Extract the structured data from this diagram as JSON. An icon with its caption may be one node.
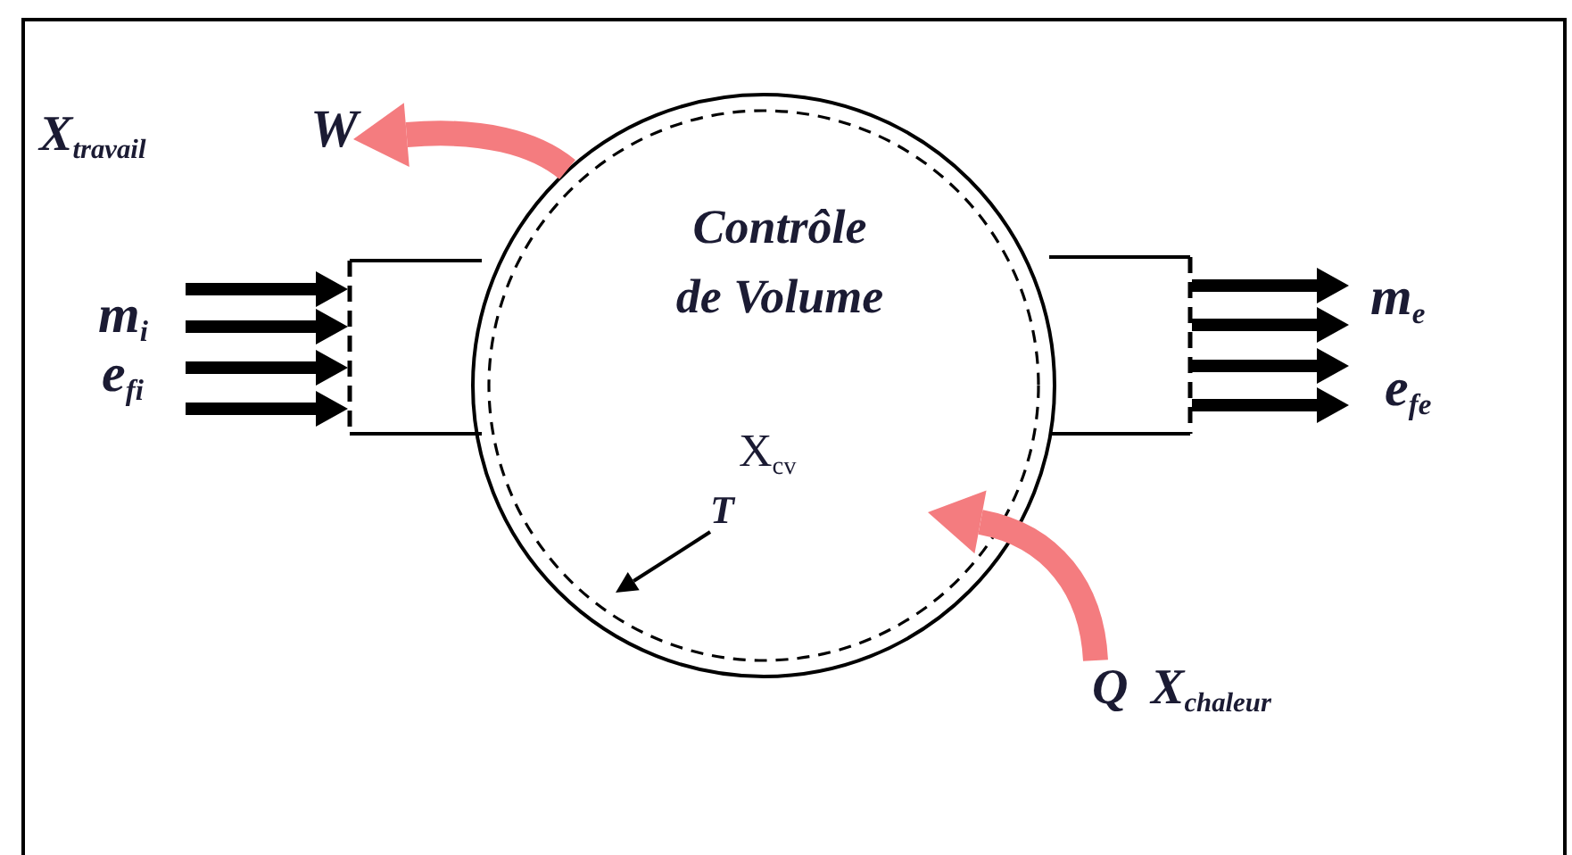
{
  "diagram": {
    "nodes": [
      {
        "text": [
          "Contrôle de Volume",
          "X$_{cv}$"
        ]
      },
      {
        "text": [],
        "shape": "box"
      },
      {
        "text": [],
        "shape": "box"
      },
      {
        "text": [
          "W"
        ],
        "beside": [
          "X$_{travail}$"
        ]
      },
      {
        "text": [
          "Q"
        ],
        "beside": [
          "X$_{chaleur}$"
        ]
      },
      {
        "text": [
          "T"
        ],
        "in": 0
      }
    ],
    "edges": [
      {
        "from": 0,
        "to": 3,
        "arrow": "to",
        "style": "thick",
        "color": "#f47c7f"
      },
      {
        "from": 4,
        "to": 0,
        "arrow": "to",
        "style": "thick",
        "color": "#f47c7f"
      },
      {
        "from": 5,
        "to": null,
        "arrow": "to"
      },
      {
        "from": null,
        "to": 1,
        "arrow": "to"
      },
      {
        "from": null,
        "to": 1,
        "arrow": "to"
      },
      {
        "from": null,
        "to": 1,
        "arrow": "to"
      },
      {
        "from": null,
        "to": 1,
        "arrow": "to"
      },
      {
        "from": 2,
        "to": null,
        "arrow": "to"
      },
      {
        "from": 2,
        "to": null,
        "arrow": "to"
      },
      {
        "from": 2,
        "to": null,
        "arrow": "to"
      },
      {
        "from": 2,
        "to": null,
        "arrow": "to"
      }
    ],
    "labels": [
      "m$_{i}$",
      "e$_{fi}$",
      "m$_{e}$",
      "e$_{fe}$"
    ]
  }
}
